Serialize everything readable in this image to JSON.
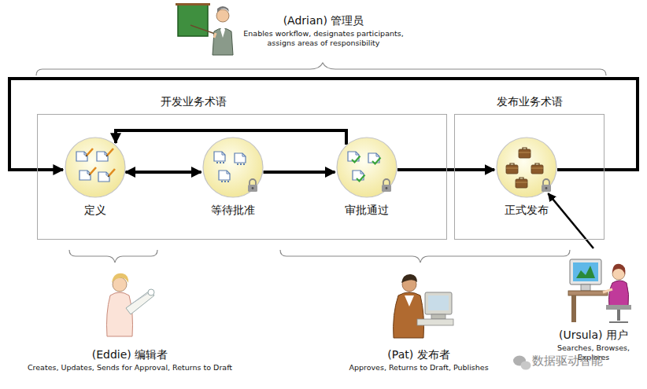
{
  "diagram": {
    "nodes": [
      {
        "text": [
          "(Adrian) 管理员",
          "Enables workflow, designates participants, assigns areas of responsibility"
        ]
      },
      {
        "text": [
          "开发业务术语"
        ]
      },
      {
        "text": [
          "定义"
        ],
        "in": 1
      },
      {
        "text": [
          "等待批准"
        ],
        "in": 1
      },
      {
        "text": [
          "审批通过"
        ],
        "in": 1
      },
      {
        "text": [
          "发布业务术语"
        ]
      },
      {
        "text": [
          "正式发布"
        ],
        "in": 5
      },
      {
        "text": [
          "(Eddie) 编辑者",
          "Creates, Updates, Sends for Approval, Returns to Draft"
        ]
      },
      {
        "text": [
          "(Pat) 发布者",
          "Approves, Returns to Draft, Publishes"
        ]
      },
      {
        "text": [
          "(Ursula) 用户",
          "Searches, Browses, Explores"
        ]
      }
    ],
    "edges": [
      {
        "from": 2,
        "to": 3,
        "arrow": "both"
      },
      {
        "from": 3,
        "to": 4,
        "arrow": "to"
      },
      {
        "from": 4,
        "to": 2,
        "arrow": "to"
      },
      {
        "from": 4,
        "to": 6,
        "arrow": "to"
      },
      {
        "from": 6,
        "to": 2,
        "arrow": "to"
      },
      {
        "from": 9,
        "to": 6,
        "arrow": "to"
      }
    ],
    "labels": [
      "数据驱动智能"
    ]
  }
}
